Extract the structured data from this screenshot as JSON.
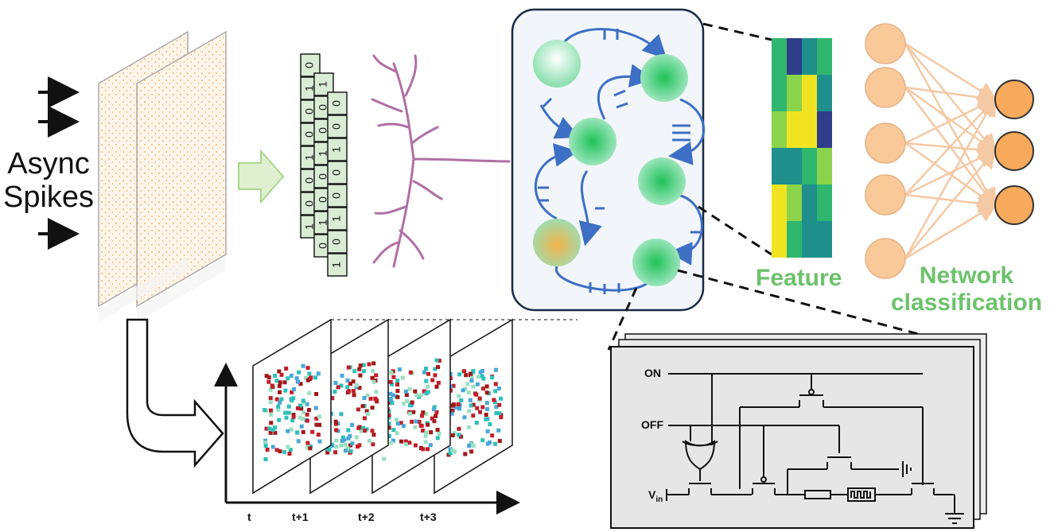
{
  "input": {
    "label_line1": "Async",
    "label_line2": "Spikes"
  },
  "encoding": {
    "bits": [
      "0",
      "1",
      "0",
      "0",
      "1",
      "0",
      "0",
      "1"
    ]
  },
  "feature": {
    "label": "Feature",
    "colors": {
      "yellow": "#f0e422",
      "green": "#2fb66f",
      "teal": "#1f8f8c",
      "navy": "#2f3d8a",
      "lime": "#8bd34a",
      "blue": "#2b6f97"
    }
  },
  "classifier": {
    "label_line1": "Network",
    "label_line2": "classification",
    "input_nodes": 5,
    "output_nodes": 3
  },
  "timeline": {
    "ticks": [
      "t",
      "t+1",
      "t+2",
      "t+3"
    ]
  },
  "circuit": {
    "on": "ON",
    "off": "OFF",
    "vin": "V",
    "vin_sub": "in"
  },
  "colors": {
    "accent_green": "#6cc26b",
    "node_orange": "#f9c99a",
    "out_orange": "#f7a95c",
    "arrow_blue": "#3d6fc4",
    "dendrite": "#b06fa5"
  }
}
